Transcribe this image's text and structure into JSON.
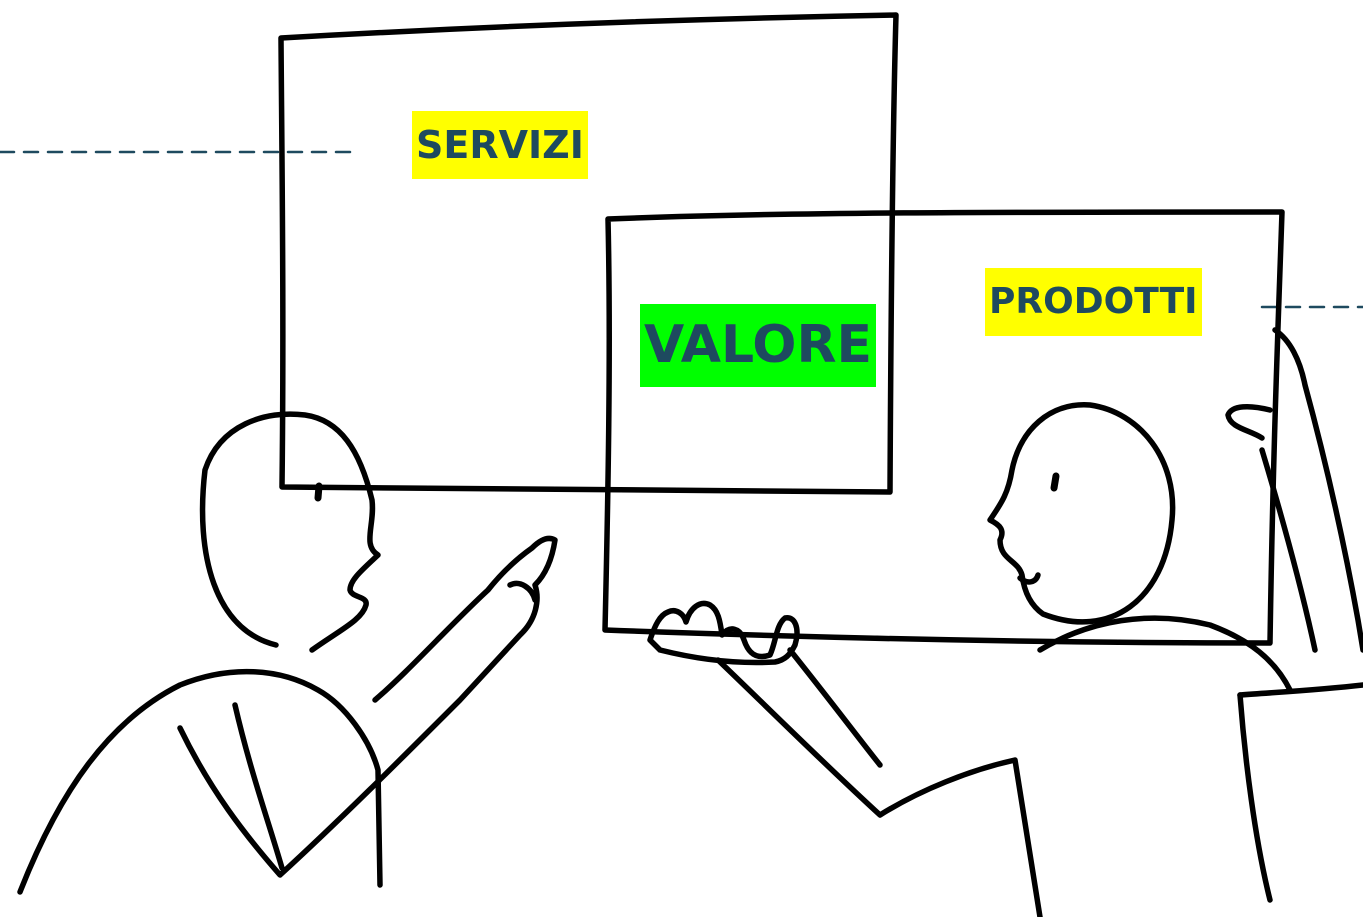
{
  "labels": {
    "services": "SERVIZI",
    "products": "PRODOTTI",
    "value": "VALORE"
  },
  "colors": {
    "ink": "#000000",
    "label_text": "#1e4a5f",
    "highlight_yellow": "#ffff00",
    "highlight_green": "#00ff00",
    "dashed_line": "#1e4a5f"
  }
}
